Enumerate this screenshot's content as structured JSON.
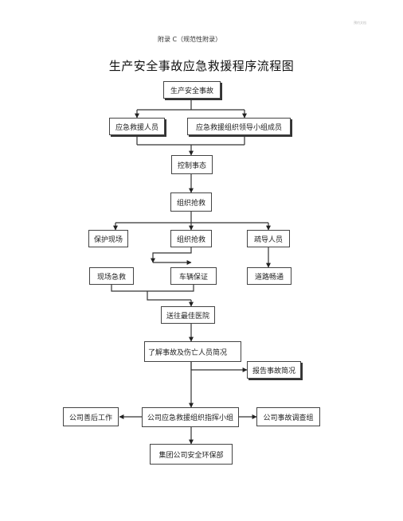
{
  "page": {
    "corner_note": "预约文档",
    "appendix_label": "附录 C（规范性附录）",
    "title": "生产安全事故应急救援程序流程图"
  },
  "diagram": {
    "nodes": {
      "accident": "生产安全事故",
      "rescue_staff": "应急救援人员",
      "leader_group": "应急救援组织领导小组成员",
      "control": "控制事态",
      "organize_rescue_top": "组织抢救",
      "protect_site": "保护现场",
      "organize_rescue": "组织抢救",
      "evacuate": "疏导人员",
      "onsite_first_aid": "现场急救",
      "vehicle_support": "车辆保证",
      "road_clear": "道路畅通",
      "hospital": "送往最佳医院",
      "understand": "了解事故及伤亡人员简况",
      "report": "报告事故简况",
      "aftermath": "公司善后工作",
      "command_group": "公司应急救援组织指挥小组",
      "investigation": "公司事故调查组",
      "group_ehs": "集团公司安全环保部"
    },
    "edges": [
      [
        "accident",
        "rescue_staff"
      ],
      [
        "accident",
        "leader_group"
      ],
      [
        "rescue_staff",
        "control"
      ],
      [
        "leader_group",
        "control"
      ],
      [
        "control",
        "organize_rescue_top"
      ],
      [
        "organize_rescue_top",
        "protect_site"
      ],
      [
        "organize_rescue_top",
        "organize_rescue"
      ],
      [
        "organize_rescue_top",
        "evacuate"
      ],
      [
        "organize_rescue",
        "onsite_first_aid"
      ],
      [
        "organize_rescue",
        "vehicle_support"
      ],
      [
        "evacuate",
        "road_clear"
      ],
      [
        "onsite_first_aid",
        "hospital"
      ],
      [
        "vehicle_support",
        "hospital"
      ],
      [
        "hospital",
        "understand"
      ],
      [
        "understand",
        "report"
      ],
      [
        "understand",
        "command_group"
      ],
      [
        "command_group",
        "aftermath"
      ],
      [
        "command_group",
        "investigation"
      ],
      [
        "command_group",
        "group_ehs"
      ]
    ]
  }
}
